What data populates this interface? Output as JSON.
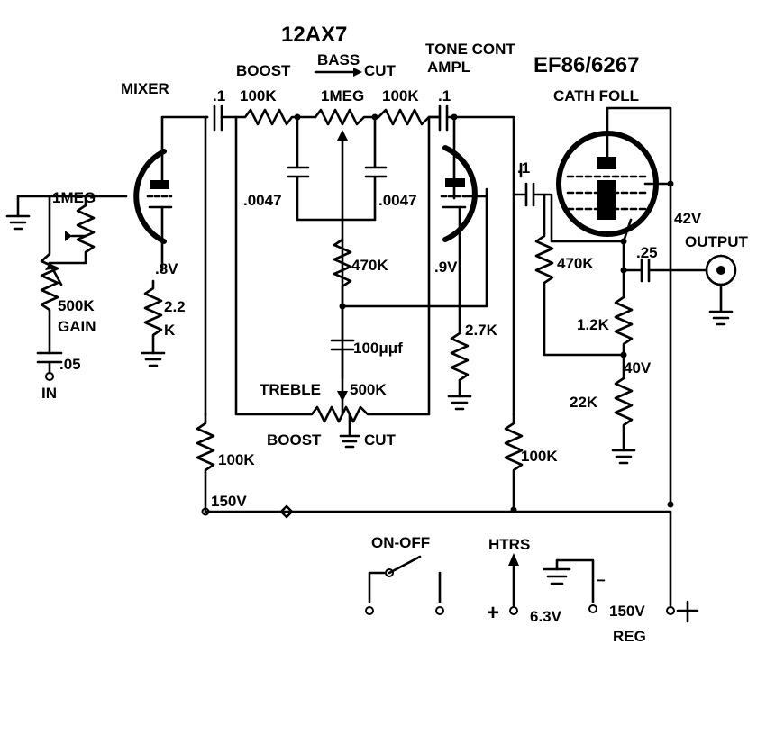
{
  "tube_v1": "12AX7",
  "tube_v2": "EF86/6267",
  "labels": {
    "mixer": "MIXER",
    "boost_top": "BOOST",
    "bass": "BASS",
    "cut_top": "CUT",
    "tone_cont": "TONE CONT",
    "ampl": "AMPL",
    "cath_foll": "CATH FOLL",
    "r_bass_left": "100K",
    "r_bass_pot": "1MEG",
    "r_bass_right": "100K",
    "c_bass_left": ".0047",
    "c_bass_right": ".0047",
    "grid_cap_1": ".1",
    "grid_cap_2": ".1",
    "in_pot": "1MEG",
    "gain_pot_value": "500K",
    "gain": "GAIN",
    "in_cap": ".05",
    "in": "IN",
    "v1a_cathode_v": ".8V",
    "v1a_rk_a": "2.2",
    "v1a_rk_b": "K",
    "r_mid": "470K",
    "v1b_cathode_v": ".9V",
    "v1b_rk": "2.7K",
    "c_treble": "100μμf",
    "treble": "TREBLE",
    "treble_pot": "500K",
    "boost_bottom": "BOOST",
    "cut_bottom": "CUT",
    "r_load_1": "100K",
    "r_load_2": "100K",
    "b_plus": "150V",
    "ef86_grid_r": "470K",
    "ef86_cathode_v": "42V",
    "out_cap": ".25",
    "output": "OUTPUT",
    "r_1k2": "1.2K",
    "v_40": "40V",
    "r_22k": "22K",
    "on_off": "ON-OFF",
    "htrs": "HTRS",
    "plus_sign": "+",
    "v_63": "6.3V",
    "minus_sign": "−",
    "reg_150": "150V",
    "reg": "REG"
  }
}
